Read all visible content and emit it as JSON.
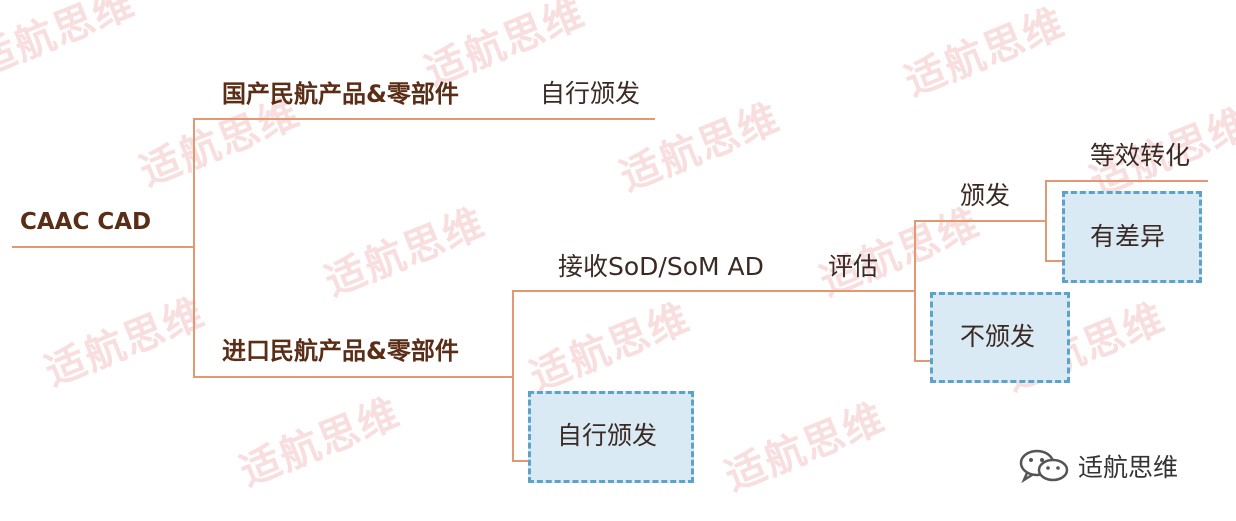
{
  "root": {
    "label": "CAAC CAD"
  },
  "domestic": {
    "label": "国产民航产品&零部件",
    "action": "自行颁发"
  },
  "imported": {
    "label": "进口民航产品&零部件",
    "receive": "接收SoD/SoM AD",
    "self_issue": "自行颁发",
    "evaluate": "评估",
    "issue": "颁发",
    "no_issue": "不颁发",
    "equivalent": "等效转化",
    "difference": "有差异"
  },
  "watermark": "适航思维",
  "footer": {
    "account_name": "适航思维",
    "icon": "wechat-icon"
  },
  "colors": {
    "connector": "#e29872",
    "box_fill": "#d9eaf5",
    "box_border": "#5da2c9",
    "watermark": "#e89191"
  }
}
